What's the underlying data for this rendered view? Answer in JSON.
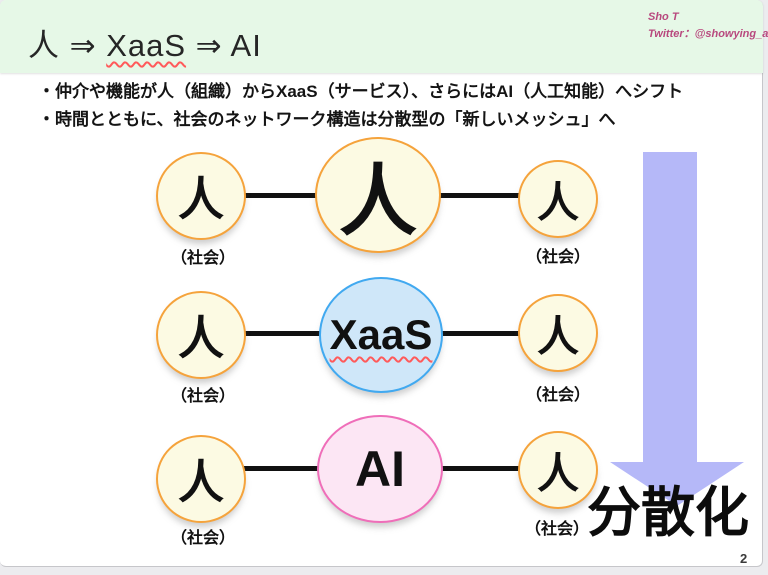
{
  "header": {
    "bg_color": "#e6f8e7",
    "title_pre": "人 ⇒ ",
    "title_xaas": "XaaS",
    "title_post": " ⇒ AI",
    "credit_name": "Sho T",
    "credit_twitter": "Twitter：@showying_art",
    "credit_color": "#b8497e"
  },
  "bullets": [
    "・仲介や機能が人（組織）からXaaS（サービス）、さらにはAI（人工知能）へシフト",
    "・時間とともに、社会のネットワーク構造は分散型の「新しいメッシュ」へ"
  ],
  "diagram": {
    "rows": [
      {
        "left": {
          "label": "人",
          "sublabel": "（社会）"
        },
        "center": {
          "label": "人",
          "fill": "#fcfae3",
          "border": "#f5a33c"
        },
        "right": {
          "label": "人",
          "sublabel": "（社会）"
        }
      },
      {
        "left": {
          "label": "人",
          "sublabel": "（社会）"
        },
        "center": {
          "label": "XaaS",
          "fill": "#cfe7f9",
          "border": "#41a9f0"
        },
        "right": {
          "label": "人",
          "sublabel": "（社会）"
        }
      },
      {
        "left": {
          "label": "人",
          "sublabel": "（社会）"
        },
        "center": {
          "label": "AI",
          "fill": "#fce6f4",
          "border": "#ef6eb9"
        },
        "right": {
          "label": "人",
          "sublabel": "（社会）"
        }
      }
    ],
    "side_node_fill": "#fcfae3",
    "side_node_border": "#f5a33c",
    "connector_color": "#111111",
    "arrow": {
      "color": "#b5b8f8",
      "label": "分散化"
    }
  },
  "page": {
    "number": "2"
  }
}
